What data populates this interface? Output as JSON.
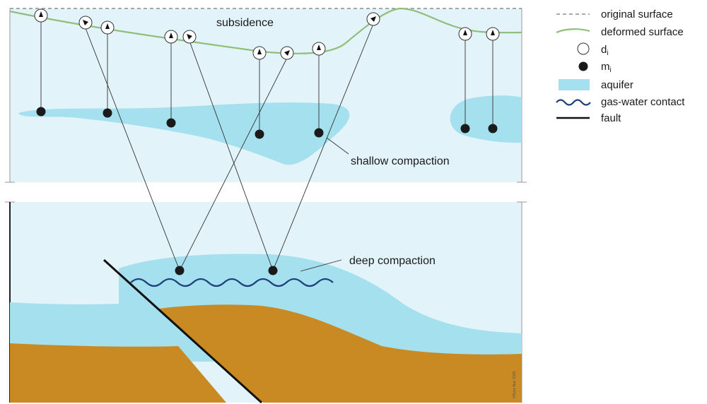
{
  "labels": {
    "subsidence": "subsidence",
    "shallow_compaction": "shallow compaction",
    "deep_compaction": "deep compaction"
  },
  "legend": {
    "original_surface": "original surface",
    "deformed_surface": "deformed surface",
    "d_base": "d",
    "d_sub": "i",
    "m_base": "m",
    "m_sub": "i",
    "aquifer": "aquifer",
    "gas_water_contact": "gas-water contact",
    "fault": "fault"
  },
  "credit": "©Ryan Nair 2005",
  "colors": {
    "sky": "#e3f3fa",
    "aquifer": "#a4e0ee",
    "bedrock": "#c98a24",
    "surface_line": "#8fbf7a",
    "gas_water_line": "#1d3f7a",
    "fault": "#111111",
    "marker": "#1a1a1a"
  },
  "icons": {
    "d_marker": "open-circle-with-arrow-icon",
    "m_marker": "filled-circle-icon"
  }
}
